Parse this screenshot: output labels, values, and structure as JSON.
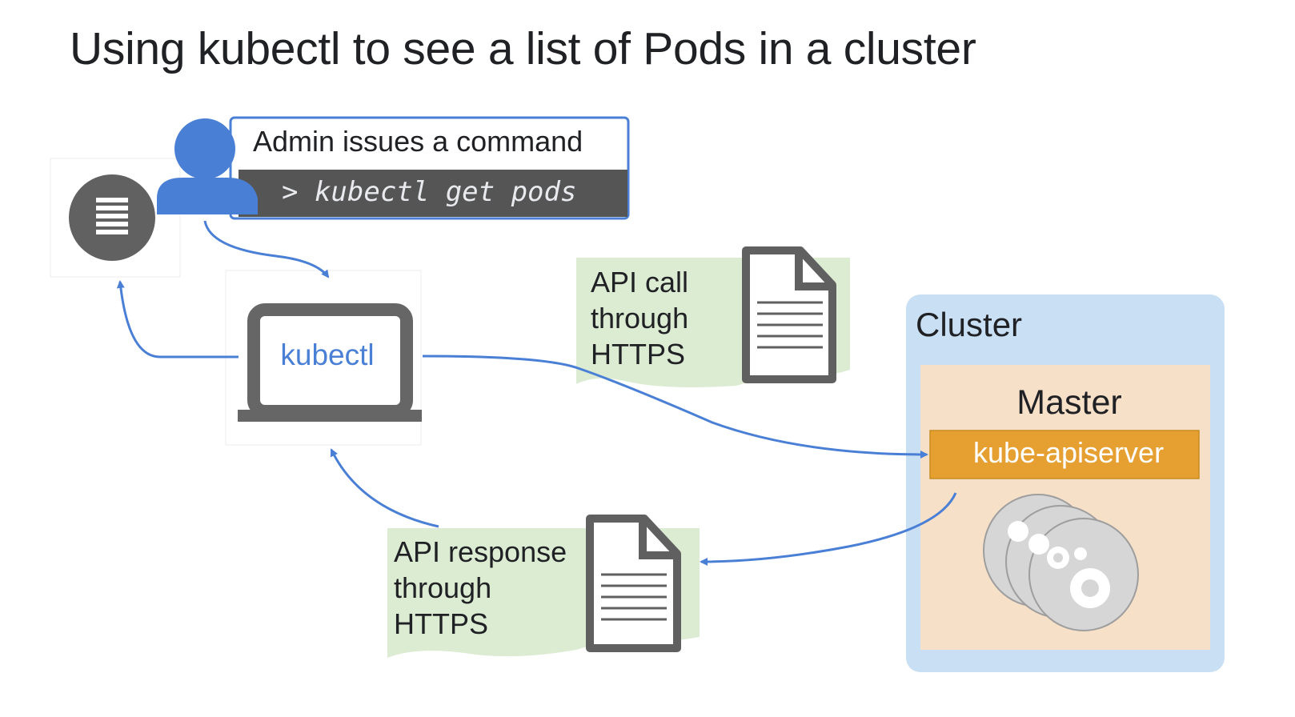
{
  "title": "Using kubectl to see a list of Pods in a cluster",
  "command": {
    "title": "Admin issues a command",
    "code": "> kubectl get pods"
  },
  "kubectl_label": "kubectl",
  "api_call": [
    "API call",
    "through",
    "HTTPS"
  ],
  "api_response": [
    "API response",
    "through",
    "HTTPS"
  ],
  "cluster": {
    "label": "Cluster",
    "master_label": "Master",
    "apiserver_label": "kube-apiserver"
  },
  "icons": [
    "person-icon",
    "terminal-icon",
    "laptop-icon",
    "document-icon",
    "document-icon",
    "node-stack-icon"
  ],
  "colors": {
    "arrow": "#4a7fd6",
    "person": "#4a7fd6",
    "note_bg": "#dcecd3",
    "cluster_bg": "#c9dff4",
    "master_bg": "#f7e0c8",
    "apiserver_bg": "#e6a031",
    "code_bg": "#555555",
    "icon_gray": "#666666"
  }
}
